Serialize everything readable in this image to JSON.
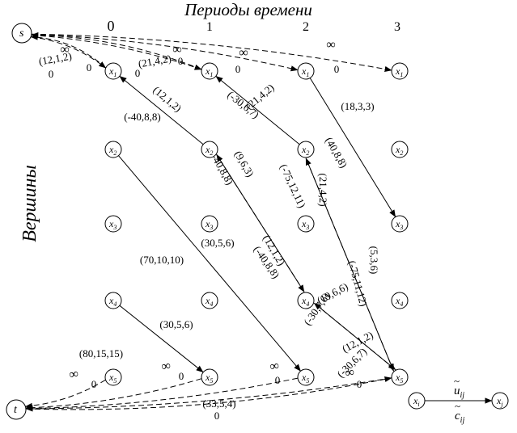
{
  "title": "Периоды времени",
  "side_label": "Вершины",
  "periods": [
    "0",
    "1",
    "2",
    "3"
  ],
  "source_label": "s",
  "sink_label": "t",
  "node_labels": [
    "x1",
    "x2",
    "x3",
    "x4",
    "x5"
  ],
  "node_label_parts": [
    {
      "base": "x",
      "sub": "1"
    },
    {
      "base": "x",
      "sub": "2"
    },
    {
      "base": "x",
      "sub": "3"
    },
    {
      "base": "x",
      "sub": "4"
    },
    {
      "base": "x",
      "sub": "5"
    }
  ],
  "edges": [
    {
      "from": "x1@0",
      "to": "s",
      "style": "dashed",
      "label": "(12,1,2)",
      "label2": "0"
    },
    {
      "from": "s",
      "to": "x1@0",
      "style": "dashed",
      "label": "∞",
      "label2": "0"
    },
    {
      "from": "x1@1",
      "to": "s",
      "style": "dashed",
      "label": "(21,4,2)",
      "label2": "0"
    },
    {
      "from": "s",
      "to": "x1@1",
      "style": "dashed",
      "label": "∞",
      "label2": "0"
    },
    {
      "from": "s",
      "to": "x1@2",
      "style": "dashed",
      "label": "∞",
      "label2": "0"
    },
    {
      "from": "s",
      "to": "x1@3",
      "style": "dashed",
      "label": "∞",
      "label2": "0"
    },
    {
      "from": "x2@1",
      "to": "x1@0",
      "style": "solid",
      "label": "(12,1,2)",
      "label2": "(-40,8,8)"
    },
    {
      "from": "x2@2",
      "to": "x1@1",
      "style": "solid",
      "label": "(21,4,2)",
      "label2": "(-30,6,7)"
    },
    {
      "from": "x1@2",
      "to": "x3@3",
      "style": "solid",
      "label": "(18,3,3)",
      "label2": "(40,8,8)"
    },
    {
      "from": "x2@1",
      "to": "x4@2",
      "style": "solid",
      "label": "(9,6,3)",
      "label2": "(12,1,2)"
    },
    {
      "from": "x4@2",
      "to": "x2@1",
      "style": "dashed",
      "label": "(-40,8,8)",
      "label2": "(-40,8,8)"
    },
    {
      "from": "x2@0",
      "to": "x5@2",
      "style": "solid",
      "label": "(30,5,6)",
      "label2": "(70,10,10)"
    },
    {
      "from": "x5@3",
      "to": "x2@2",
      "style": "dashed",
      "label": "(21,4,2)",
      "label2": "(-75,12,11)"
    },
    {
      "from": "x2@2",
      "to": "x5@3",
      "style": "solid",
      "label": "(5,3,6)",
      "label2": "(-75,11,12)"
    },
    {
      "from": "x4@2",
      "to": "x5@3",
      "style": "solid",
      "label": "(19,6,6)",
      "label2": "(12,1,2)"
    },
    {
      "from": "x5@3",
      "to": "x4@2",
      "style": "dashed",
      "label": "(-30,7,6)",
      "label2": "(-30,6,7)"
    },
    {
      "from": "x4@0",
      "to": "x5@1",
      "style": "solid",
      "label": "(30,5,6)",
      "label2": "(80,15,15)"
    },
    {
      "from": "x5@0",
      "to": "t",
      "style": "dashed",
      "label": "∞",
      "label2": "0"
    },
    {
      "from": "x5@1",
      "to": "t",
      "style": "dashed",
      "label": "∞",
      "label2": "0"
    },
    {
      "from": "x5@2",
      "to": "t",
      "style": "dashed",
      "label": "∞",
      "label2": "0"
    },
    {
      "from": "x5@3",
      "to": "t",
      "style": "dashed",
      "label": "∞",
      "label2": "0"
    },
    {
      "from": "t",
      "to": "x5@3",
      "style": "dashed",
      "label": "(33,5,4)",
      "label2": "0"
    }
  ],
  "legend": {
    "from": {
      "base": "x",
      "sub": "i"
    },
    "to": {
      "base": "x",
      "sub": "j"
    },
    "upper_base": "u",
    "upper_sub": "ij",
    "lower_base": "c",
    "lower_sub": "ij"
  }
}
